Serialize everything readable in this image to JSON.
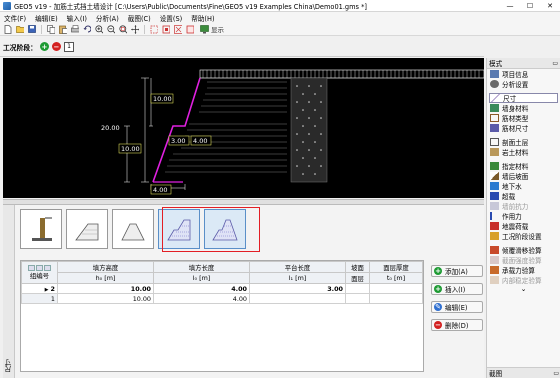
{
  "window": {
    "title": "GEO5 v19 - 加筋土式挡土墙设计 [C:\\Users\\Public\\Documents\\Fine\\GEO5 v19 Examples China\\Demo01.gms *]",
    "minimize": "—",
    "maximize": "☐",
    "close": "✕"
  },
  "menu": [
    "文件(F)",
    "编辑(E)",
    "输入(I)",
    "分析(A)",
    "截图(C)",
    "设置(S)",
    "帮助(H)"
  ],
  "toolbar": {
    "show_label": "显示"
  },
  "stage": {
    "label": "工况阶段：",
    "current": "1"
  },
  "drawing": {
    "dims": {
      "d1": "10.00",
      "d2": "20.00",
      "d3": "10.00",
      "d4": "3.00",
      "d5": "4.00",
      "d6": "4.00"
    },
    "colors": {
      "background": "#000000",
      "wall": "#e020e0",
      "soil": "#ffffff",
      "dim": "#ffff66"
    }
  },
  "table": {
    "headers": [
      {
        "main": "组编号",
        "sub": ""
      },
      {
        "main": "填方高度",
        "sub": "h₀ [m]"
      },
      {
        "main": "填方长度",
        "sub": "l₀ [m]"
      },
      {
        "main": "平台长度",
        "sub": "l₁ [m]"
      },
      {
        "main": "坡面",
        "sub": "面层"
      },
      {
        "main": "面层厚度",
        "sub": "t₀ [m]"
      }
    ],
    "rows": [
      {
        "no": "2",
        "h": "10.00",
        "l": "4.00",
        "l1": "3.00",
        "face": "",
        "t": ""
      },
      {
        "no": "1",
        "h": "10.00",
        "l": "4.00",
        "l1": "",
        "face": "",
        "t": ""
      }
    ]
  },
  "actions": {
    "add": "添加(A)",
    "insert": "插入(I)",
    "edit": "编辑(E)",
    "delete": "删除(D)"
  },
  "side_tab": "尺寸",
  "rpanel": {
    "header": "模式",
    "items": [
      {
        "label": "项目信息",
        "state": "normal"
      },
      {
        "label": "分析设置",
        "state": "normal"
      },
      {
        "label": "尺寸",
        "state": "selected"
      },
      {
        "label": "墙身材料",
        "state": "normal"
      },
      {
        "label": "筋材类型",
        "state": "normal"
      },
      {
        "label": "筋材尺寸",
        "state": "normal"
      },
      {
        "label": "剖面土层",
        "state": "normal"
      },
      {
        "label": "岩土材料",
        "state": "normal"
      },
      {
        "label": "指定材料",
        "state": "normal"
      },
      {
        "label": "墙后坡面",
        "state": "normal"
      },
      {
        "label": "地下水",
        "state": "normal"
      },
      {
        "label": "超载",
        "state": "normal"
      },
      {
        "label": "墙前抗力",
        "state": "disabled"
      },
      {
        "label": "作用力",
        "state": "normal"
      },
      {
        "label": "地震荷载",
        "state": "normal"
      },
      {
        "label": "工况阶段设置",
        "state": "normal"
      },
      {
        "label": "倾覆滑移验算",
        "state": "normal"
      },
      {
        "label": "截面强度验算",
        "state": "disabled"
      },
      {
        "label": "承载力验算",
        "state": "normal"
      },
      {
        "label": "内部稳定验算",
        "state": "disabled"
      }
    ],
    "footer": "截图"
  }
}
